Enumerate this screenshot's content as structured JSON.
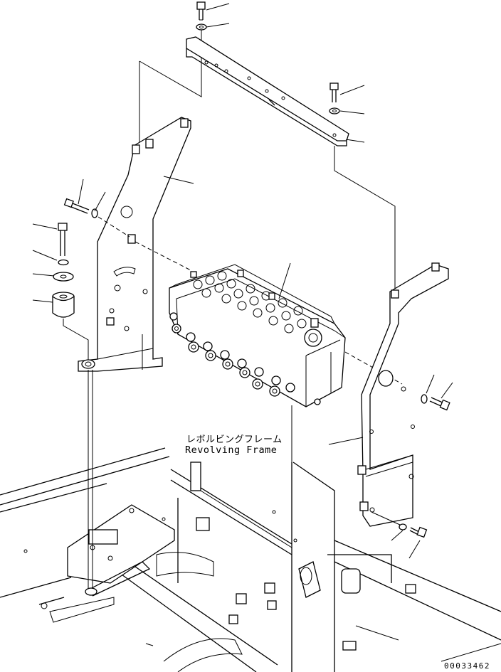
{
  "labels": {
    "japanese": "レボルビングフレーム",
    "english": "Revolving Frame"
  },
  "drawing_number": "00033462",
  "icons": [
    "bolt-icon",
    "washer-icon",
    "rubber-mount-icon",
    "control-valve-icon",
    "bracket-icon"
  ]
}
